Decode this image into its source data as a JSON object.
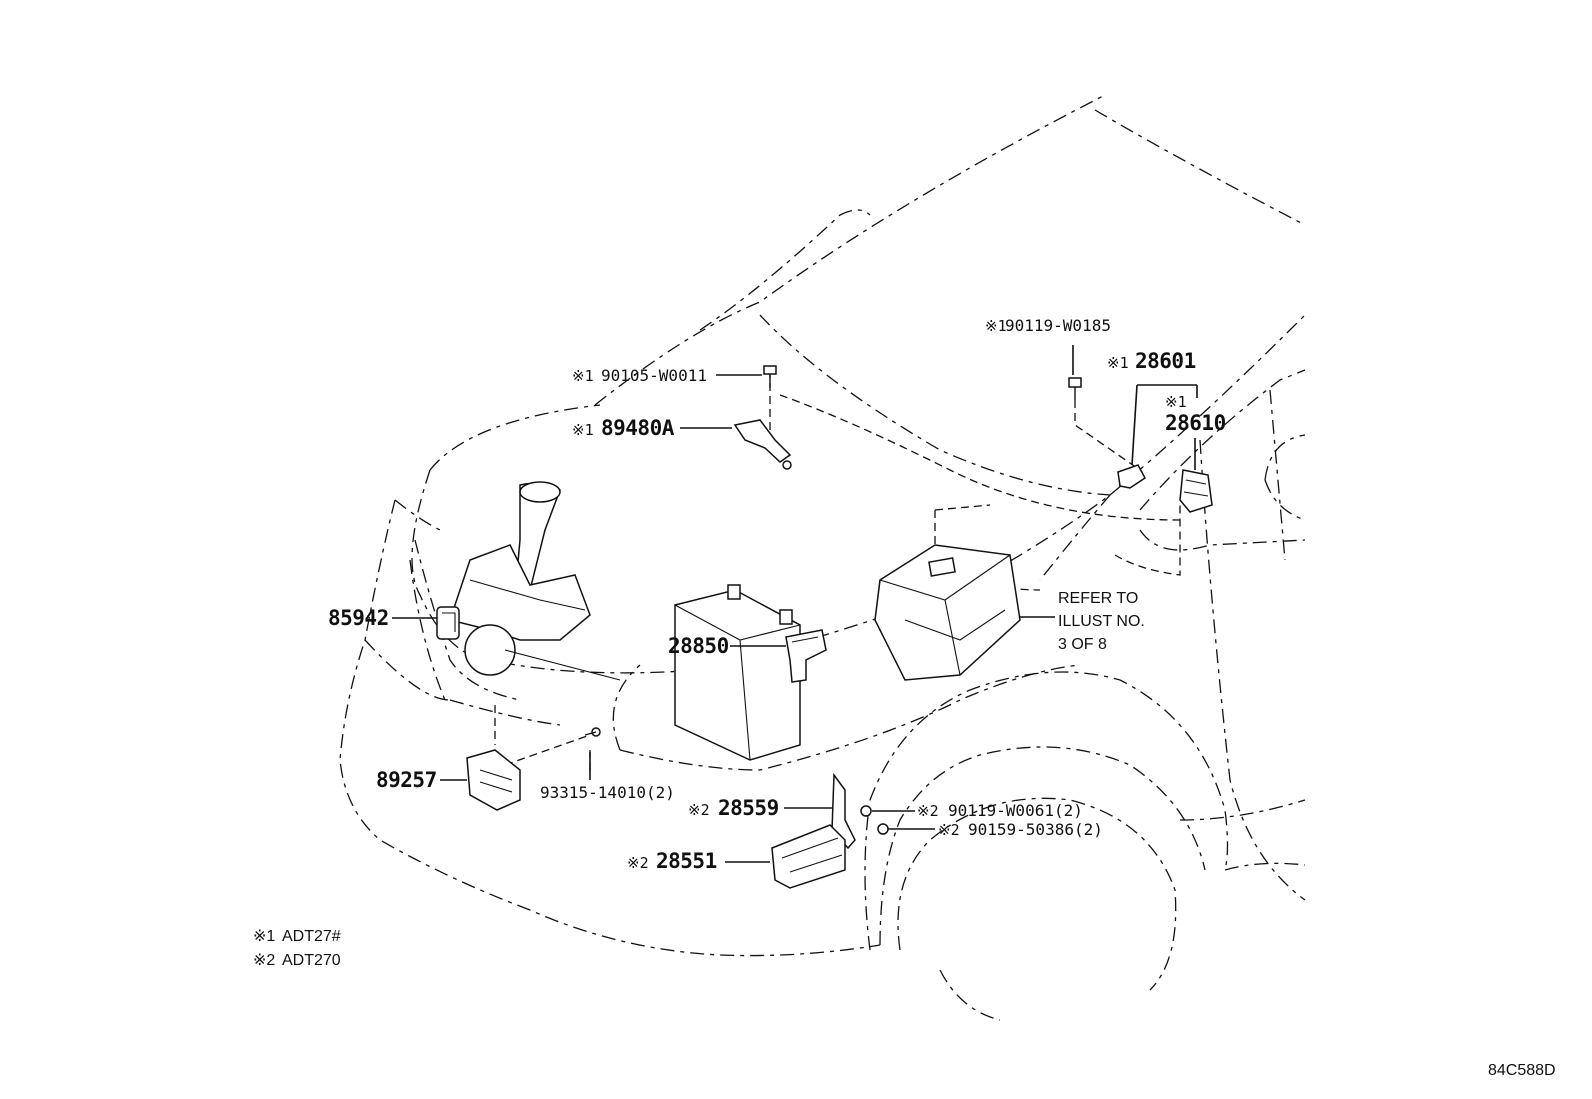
{
  "diagram_id": "84C588D",
  "refer": {
    "line1": "REFER TO",
    "line2": "ILLUST NO.",
    "line3": "3 OF 8"
  },
  "legend": [
    {
      "mark": "※1",
      "text": "ADT27#"
    },
    {
      "mark": "※2",
      "text": "ADT270"
    }
  ],
  "callouts": {
    "p90119_w0185": {
      "mark": "※1",
      "text": "90119-W0185"
    },
    "p28601": {
      "mark": "※1",
      "text": "28601"
    },
    "p28610_mark": "※1",
    "p28610": "28610",
    "p90105_w0011": {
      "mark": "※1",
      "text": "90105-W0011"
    },
    "p89480a": {
      "mark": "※1",
      "text": "89480A"
    },
    "p85942": "85942",
    "p28850": "28850",
    "p89257": "89257",
    "p93315": "93315-14010(2)",
    "p28559": {
      "mark": "※2",
      "text": "28559"
    },
    "p90119_w0061": {
      "mark": "※2",
      "text": "90119-W0061(2)"
    },
    "p90159_50386": {
      "mark": "※2",
      "text": "90159-50386(2)"
    },
    "p28551": {
      "mark": "※2",
      "text": "28551"
    }
  }
}
